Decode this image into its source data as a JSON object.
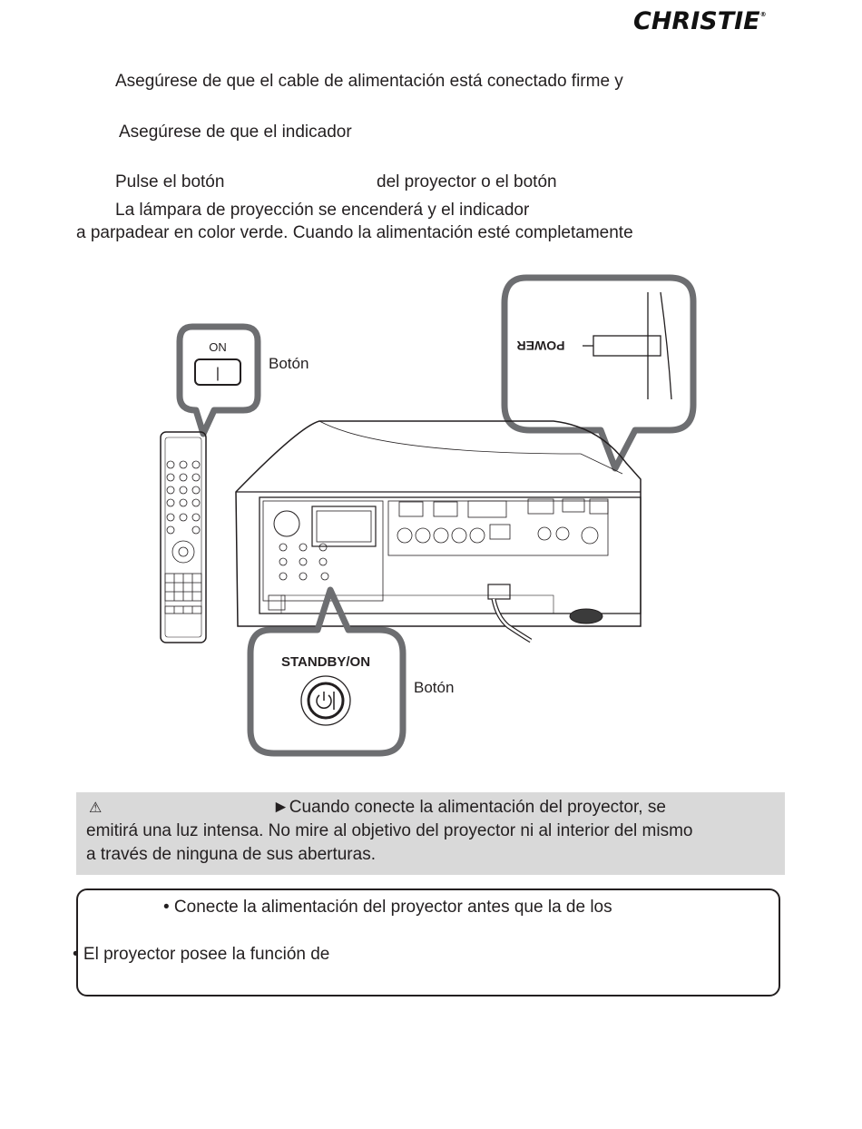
{
  "header": {
    "logo": "CHRISTIE",
    "logo_mark": "®"
  },
  "steps": [
    "Asegúrese de que el cable de alimentación está conectado firme y",
    "Asegúrese de que el indicador",
    "Pulse el botón",
    "del proyector o el botón",
    "La lámpara de proyección se encenderá y el indicador",
    "a parpadear en color verde. Cuando la alimentación esté completamente"
  ],
  "figure": {
    "remote_button_caption": "ON",
    "remote_button_symbol": "|",
    "remote_label": "Botón",
    "power_label": "POWER",
    "standby_caption": "STANDBY/ON",
    "standby_label": "Botón"
  },
  "warning": {
    "icon": "warning-triangle-icon",
    "symbol": "⚠",
    "line1": "►Cuando conecte la alimentación del proyector, se",
    "line2": "emitirá una luz intensa. No mire al objetivo del proyector ni al interior del mismo",
    "line3": "a través de ninguna de sus aberturas."
  },
  "note": {
    "line1": "• Conecte la alimentación del proyector antes que la de los",
    "line2": "• El proyector posee la función de"
  }
}
